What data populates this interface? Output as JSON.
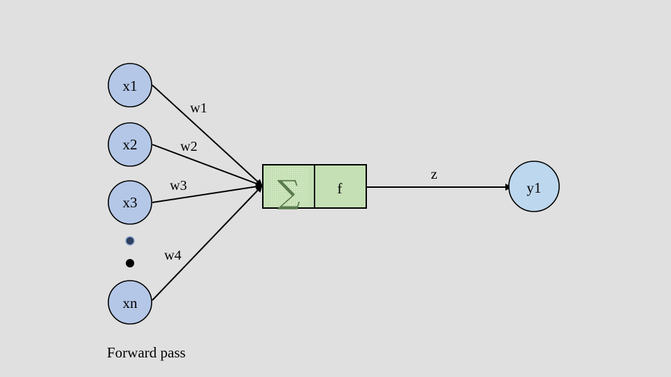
{
  "inputs": {
    "x1": "x1",
    "x2": "x2",
    "x3": "x3",
    "xn": "xn"
  },
  "weights": {
    "w1": "w1",
    "w2": "w2",
    "w3": "w3",
    "w4": "w4"
  },
  "neuron": {
    "sum_symbol": "∑",
    "activation": "f"
  },
  "output": {
    "signal": "z",
    "label": "y1"
  },
  "caption": "Forward pass",
  "colors": {
    "input_node": "#b4c7e7",
    "output_node": "#bdd7ee",
    "neuron_box": "#c5e0b4",
    "sum_symbol": "#5a7a4e",
    "background": "#e0e0e0"
  }
}
